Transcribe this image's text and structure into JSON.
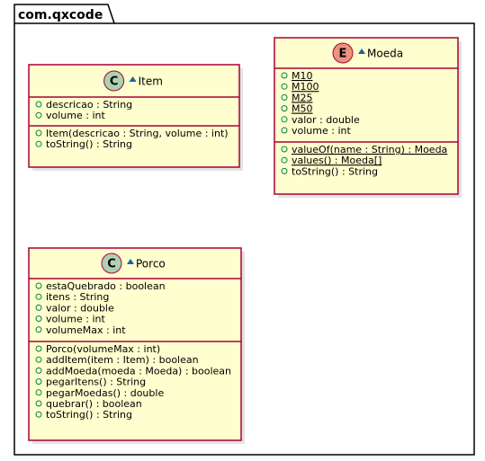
{
  "package": {
    "name": "com.qxcode"
  },
  "classes": {
    "item": {
      "badge": "C",
      "badge_color": "#ADD1B2",
      "name": "Item",
      "visibility_icon": "package-private-triangle-icon",
      "fields": [
        {
          "vis": "public",
          "text": "descricao : String",
          "static": false
        },
        {
          "vis": "public",
          "text": "volume : int",
          "static": false
        }
      ],
      "methods": [
        {
          "vis": "public",
          "text": "Item(descricao : String, volume : int)",
          "static": false
        },
        {
          "vis": "public",
          "text": "toString() : String",
          "static": false
        }
      ]
    },
    "moeda": {
      "badge": "E",
      "badge_color": "#EB937F",
      "name": "Moeda",
      "visibility_icon": "package-private-triangle-icon",
      "fields": [
        {
          "vis": "public",
          "text": "M10",
          "static": true
        },
        {
          "vis": "public",
          "text": "M100",
          "static": true
        },
        {
          "vis": "public",
          "text": "M25",
          "static": true
        },
        {
          "vis": "public",
          "text": "M50",
          "static": true
        },
        {
          "vis": "public",
          "text": "valor : double",
          "static": false
        },
        {
          "vis": "public",
          "text": "volume : int",
          "static": false
        }
      ],
      "methods": [
        {
          "vis": "public",
          "text": "valueOf(name : String) : Moeda",
          "static": true
        },
        {
          "vis": "public",
          "text": "values() : Moeda[]",
          "static": true
        },
        {
          "vis": "public",
          "text": "toString() : String",
          "static": false
        }
      ]
    },
    "porco": {
      "badge": "C",
      "badge_color": "#ADD1B2",
      "name": "Porco",
      "visibility_icon": "package-private-triangle-icon",
      "fields": [
        {
          "vis": "public",
          "text": "estaQuebrado : boolean",
          "static": false
        },
        {
          "vis": "public",
          "text": "itens : String",
          "static": false
        },
        {
          "vis": "public",
          "text": "valor : double",
          "static": false
        },
        {
          "vis": "public",
          "text": "volume : int",
          "static": false
        },
        {
          "vis": "public",
          "text": "volumeMax : int",
          "static": false
        }
      ],
      "methods": [
        {
          "vis": "public",
          "text": "Porco(volumeMax : int)",
          "static": false
        },
        {
          "vis": "public",
          "text": "addItem(item : Item) : boolean",
          "static": false
        },
        {
          "vis": "public",
          "text": "addMoeda(moeda : Moeda) : boolean",
          "static": false
        },
        {
          "vis": "public",
          "text": "pegarItens() : String",
          "static": false
        },
        {
          "vis": "public",
          "text": "pegarMoedas() : double",
          "static": false
        },
        {
          "vis": "public",
          "text": "quebrar() : boolean",
          "static": false
        },
        {
          "vis": "public",
          "text": "toString() : String",
          "static": false
        }
      ]
    }
  },
  "colors": {
    "class_fill": "#FEFECE",
    "class_border": "#A80036",
    "package_fill": "#FFFFFF",
    "package_border": "#000000",
    "visibility_public": "#84BE84",
    "visibility_package": "#1963A0",
    "shadow": "#C8C8C8"
  }
}
